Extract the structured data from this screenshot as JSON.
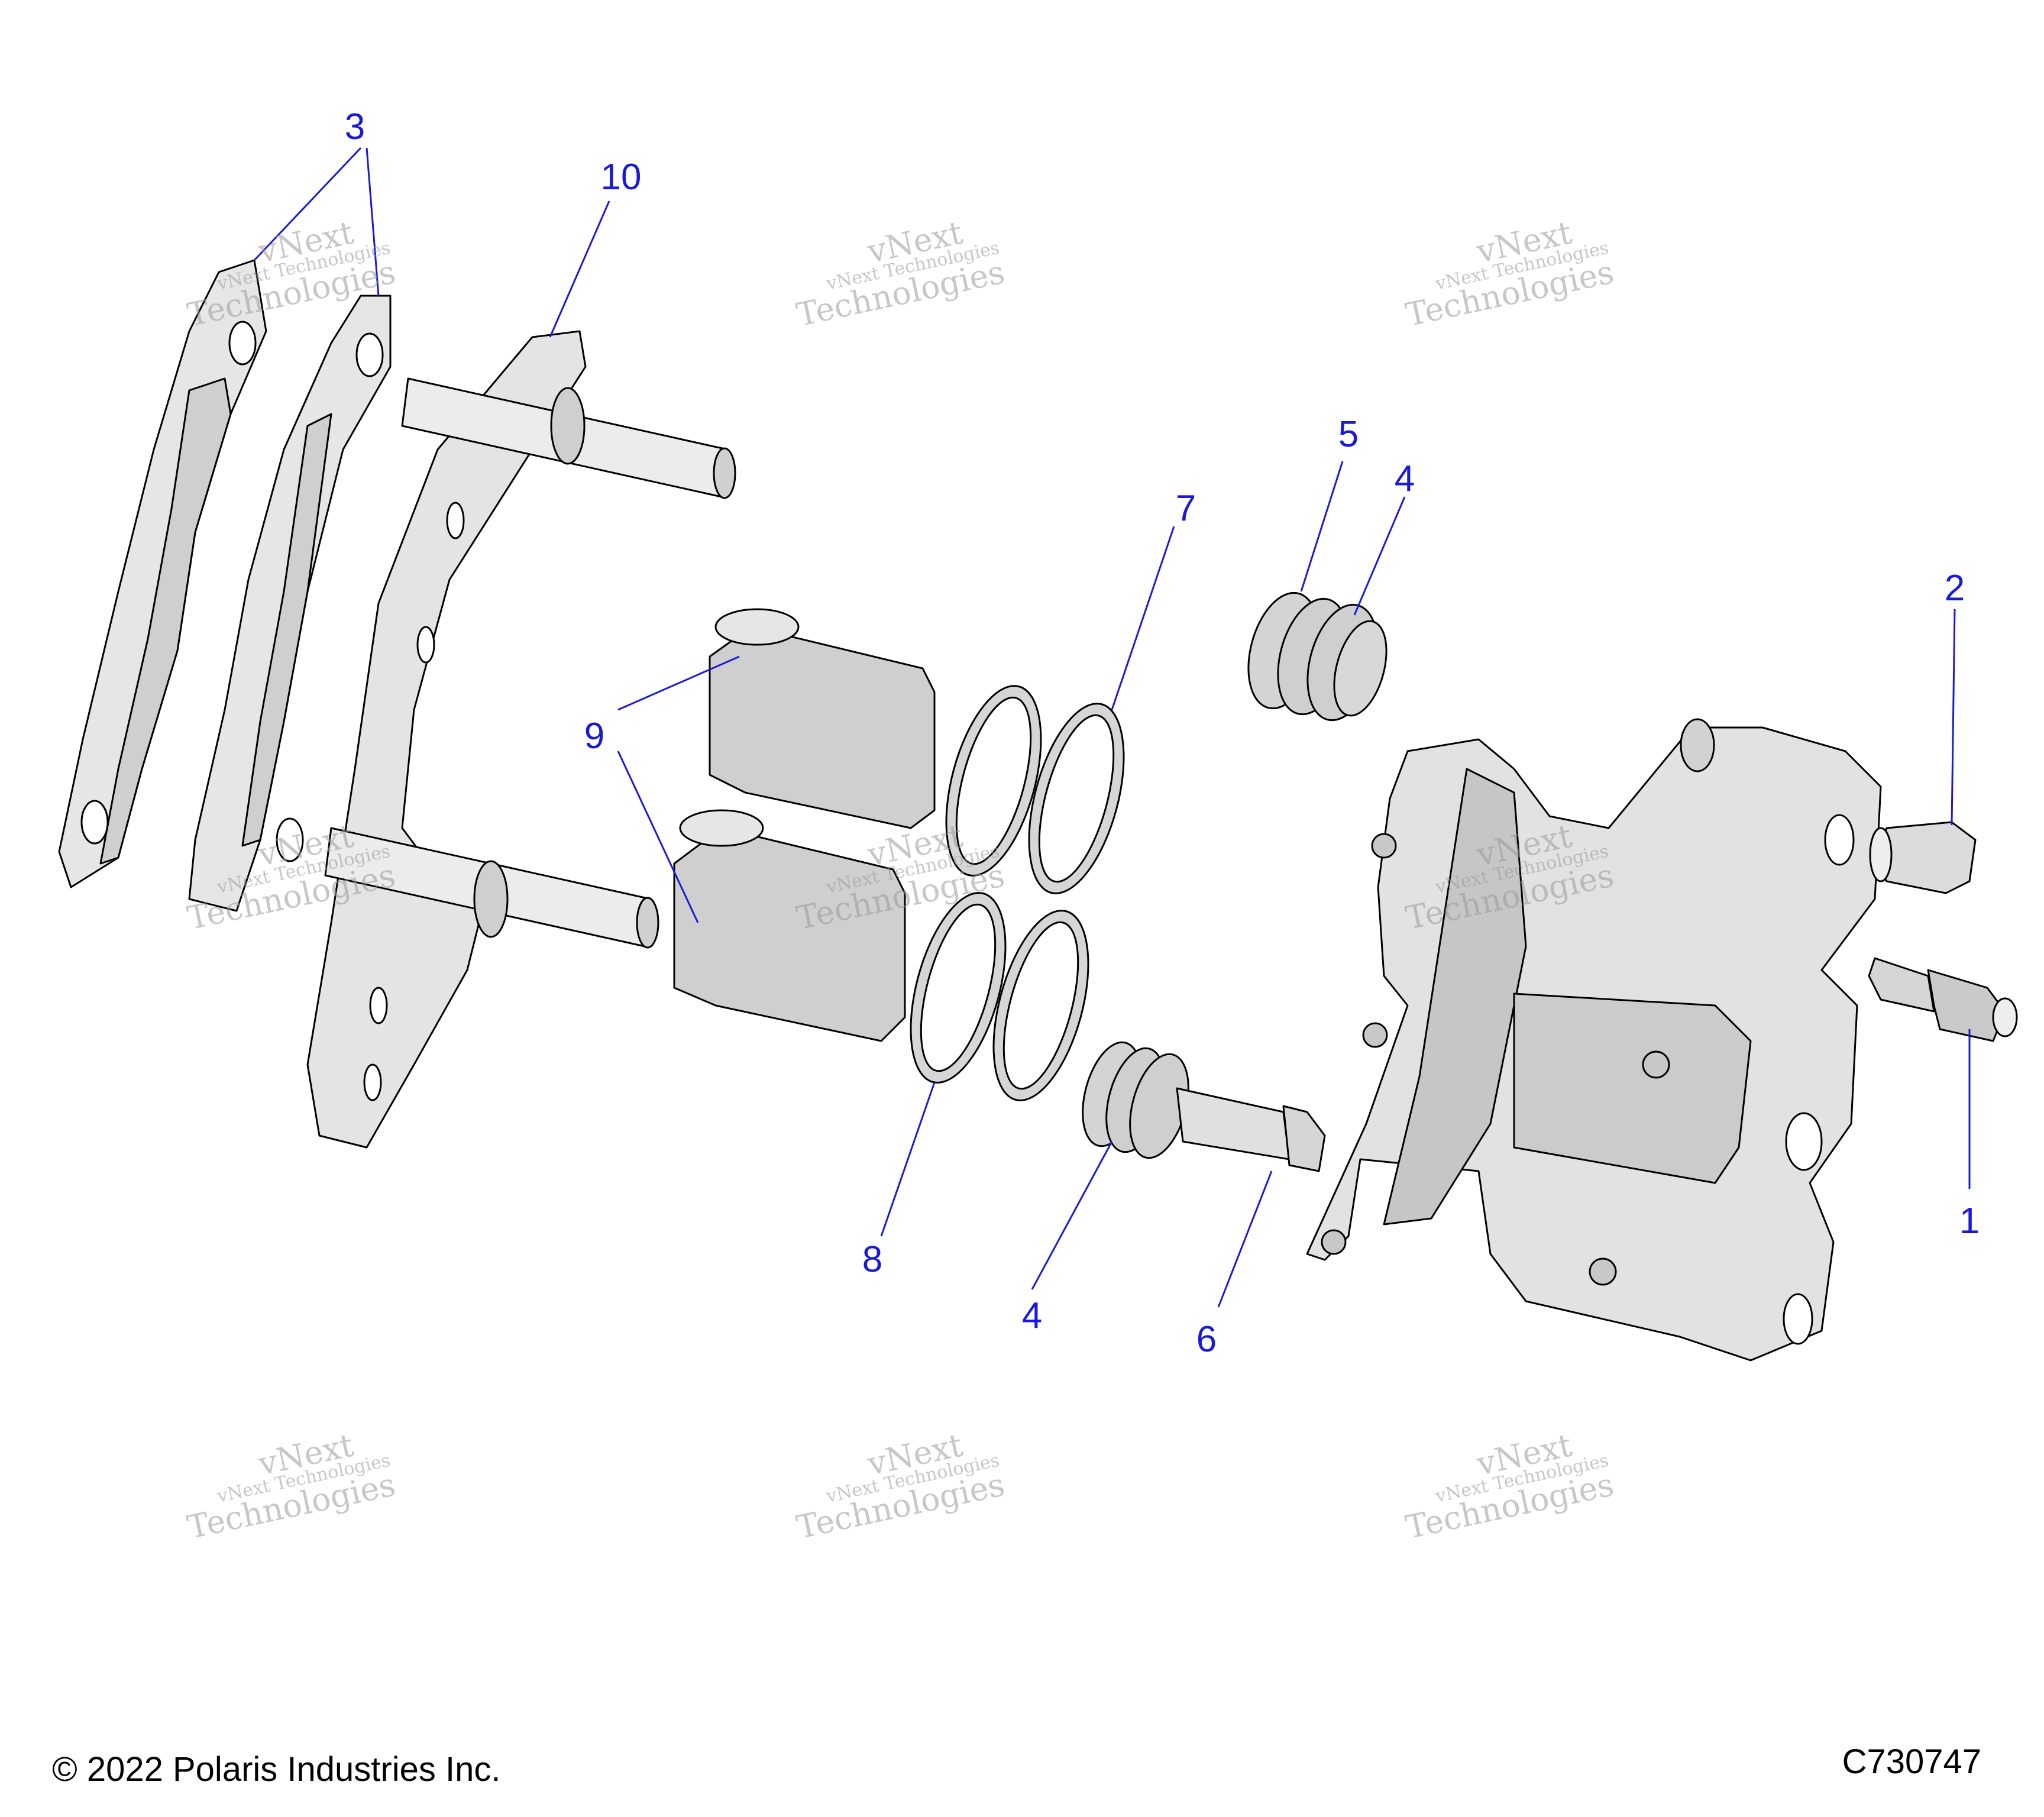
{
  "footer": {
    "copyright": "© 2022 Polaris Industries Inc.",
    "figure_code": "C730747"
  },
  "watermark": {
    "line1": "vNext Technologies",
    "line2": "vNext",
    "line3": "Technologies"
  },
  "callouts": [
    {
      "id": "c1",
      "text": "1"
    },
    {
      "id": "c2",
      "text": "2"
    },
    {
      "id": "c3",
      "text": "3"
    },
    {
      "id": "c4a",
      "text": "4"
    },
    {
      "id": "c4b",
      "text": "4"
    },
    {
      "id": "c5",
      "text": "5"
    },
    {
      "id": "c6",
      "text": "6"
    },
    {
      "id": "c7",
      "text": "7"
    },
    {
      "id": "c8",
      "text": "8"
    },
    {
      "id": "c9",
      "text": "9"
    },
    {
      "id": "c10",
      "text": "10"
    }
  ],
  "colors": {
    "callout": "#1a1ad6",
    "part_fill": "#d9d9d9",
    "part_shade": "#bcbcbc",
    "outline": "#000000"
  }
}
